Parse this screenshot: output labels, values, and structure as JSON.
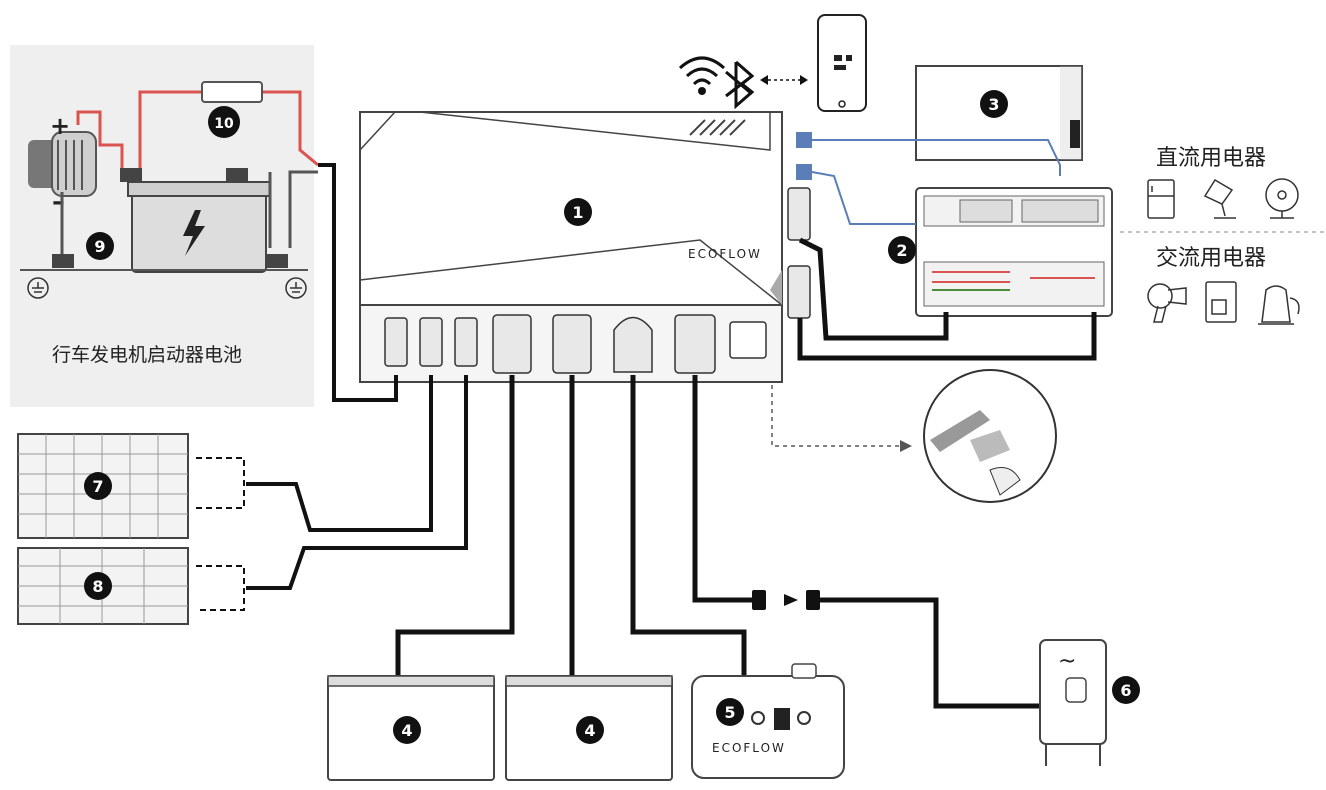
{
  "labels": {
    "dc_appliances": "直流用电器",
    "ac_appliances": "交流用电器",
    "alternator_panel": "行车发电机启动器电池"
  },
  "markers": {
    "m1": "1",
    "m2": "2",
    "m3": "3",
    "m4a": "4",
    "m4b": "4",
    "m5": "5",
    "m6": "6",
    "m7": "7",
    "m8": "8",
    "m9": "9",
    "m10": "10"
  },
  "brand": {
    "main_unit": "ECOFLOW",
    "generator": "ECOFLOW"
  },
  "colors": {
    "cable": "#111111",
    "red_cable": "#d9534f",
    "blue_cable": "#5b7db8",
    "panel_bg": "#efefef",
    "marker_fill": "#111111"
  },
  "icons": [
    "wifi-icon",
    "bluetooth-icon",
    "phone-icon",
    "fridge-icon",
    "lamp-icon",
    "fan-icon",
    "hair-dryer-icon",
    "coffee-machine-icon",
    "kettle-icon",
    "ground-icon",
    "lightning-icon"
  ]
}
